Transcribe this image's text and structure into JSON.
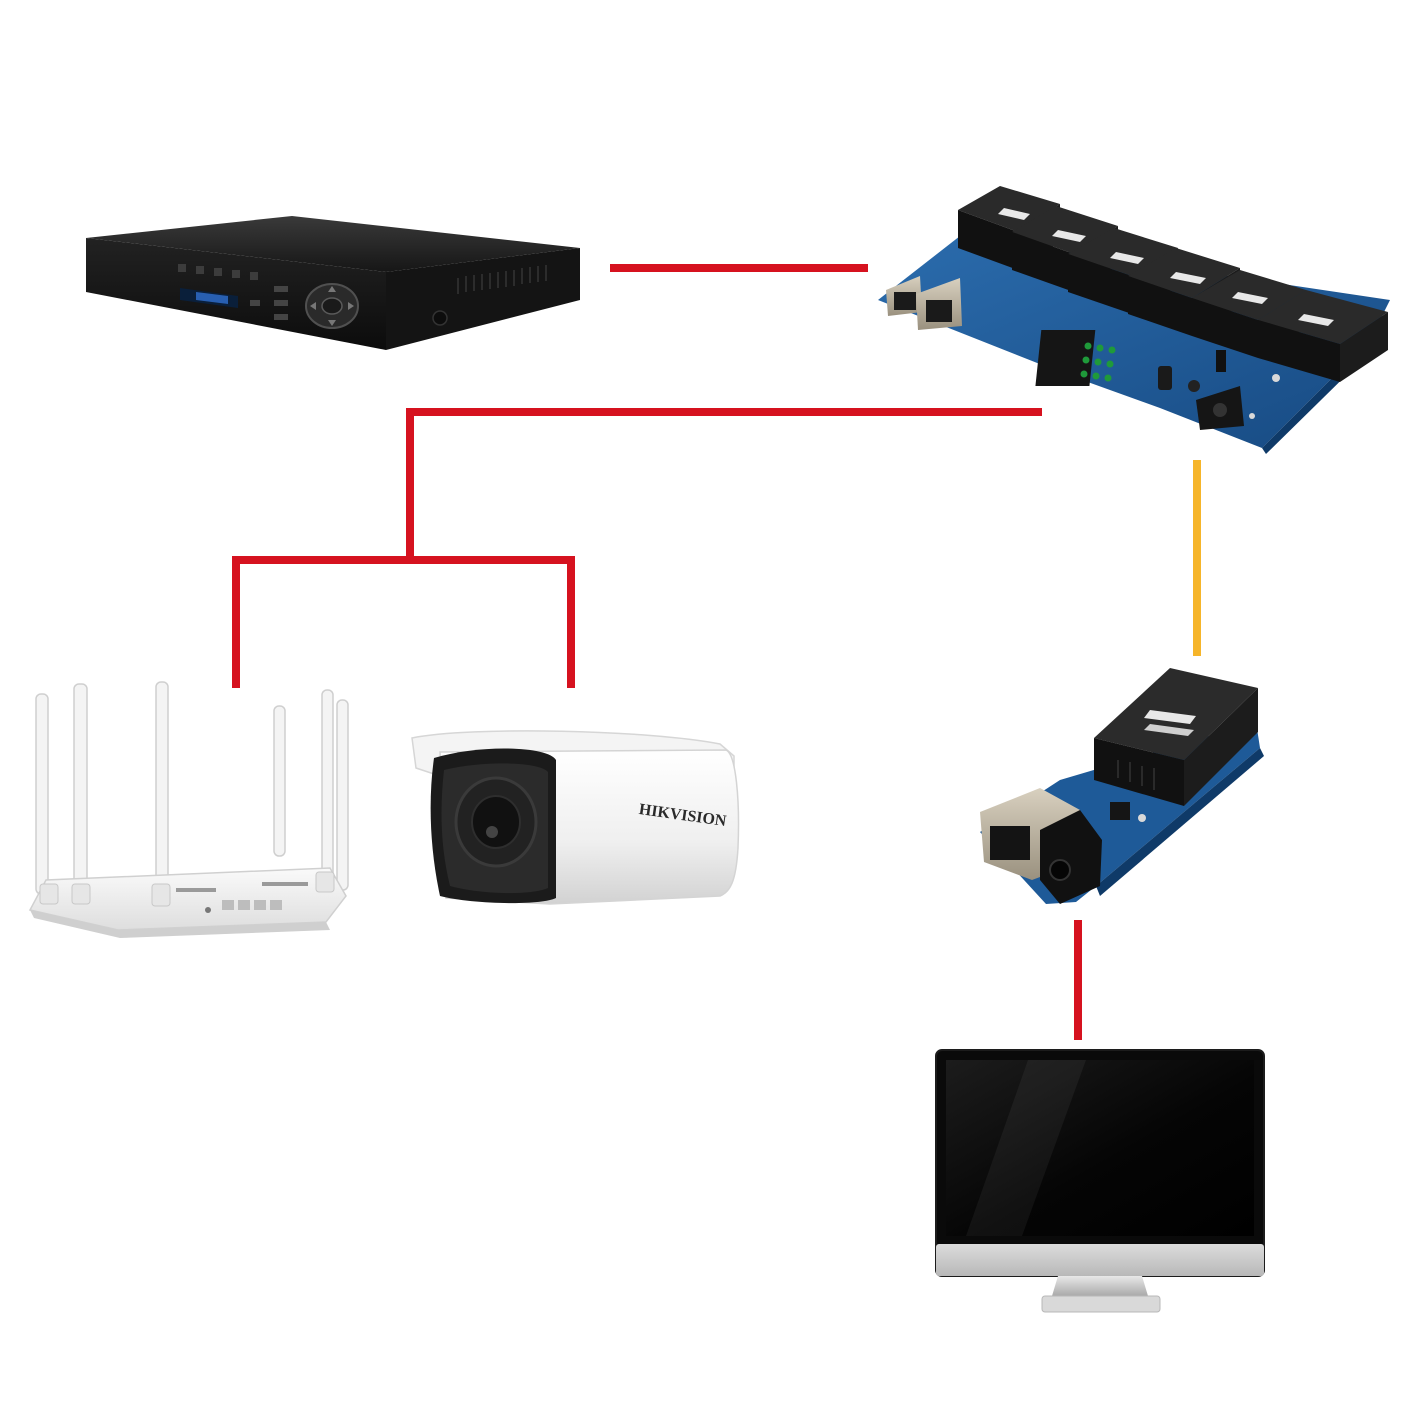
{
  "diagram": {
    "devices": [
      {
        "id": "nvr",
        "icon": "nvr-recorder-icon"
      },
      {
        "id": "fiber-switch",
        "icon": "fiber-switch-board-icon"
      },
      {
        "id": "router",
        "icon": "wifi-router-icon"
      },
      {
        "id": "camera",
        "icon": "bullet-camera-icon",
        "brand": "HIKVISION"
      },
      {
        "id": "media-converter",
        "icon": "fiber-media-converter-icon"
      },
      {
        "id": "monitor",
        "icon": "monitor-icon"
      }
    ],
    "links": [
      {
        "from": "nvr",
        "to": "fiber-switch",
        "type": "ethernet",
        "color": "#d6121f"
      },
      {
        "from": "fiber-switch",
        "to": "router",
        "type": "ethernet",
        "color": "#d6121f"
      },
      {
        "from": "fiber-switch",
        "to": "camera",
        "type": "ethernet",
        "color": "#d6121f"
      },
      {
        "from": "fiber-switch",
        "to": "media-converter",
        "type": "fiber",
        "color": "#f6b52a"
      },
      {
        "from": "media-converter",
        "to": "monitor",
        "type": "ethernet",
        "color": "#d6121f"
      }
    ],
    "colors": {
      "ethernet": "#d6121f",
      "fiber": "#f6b52a",
      "pcb": "#1f5d9c",
      "device_black": "#1a1a1a"
    }
  }
}
